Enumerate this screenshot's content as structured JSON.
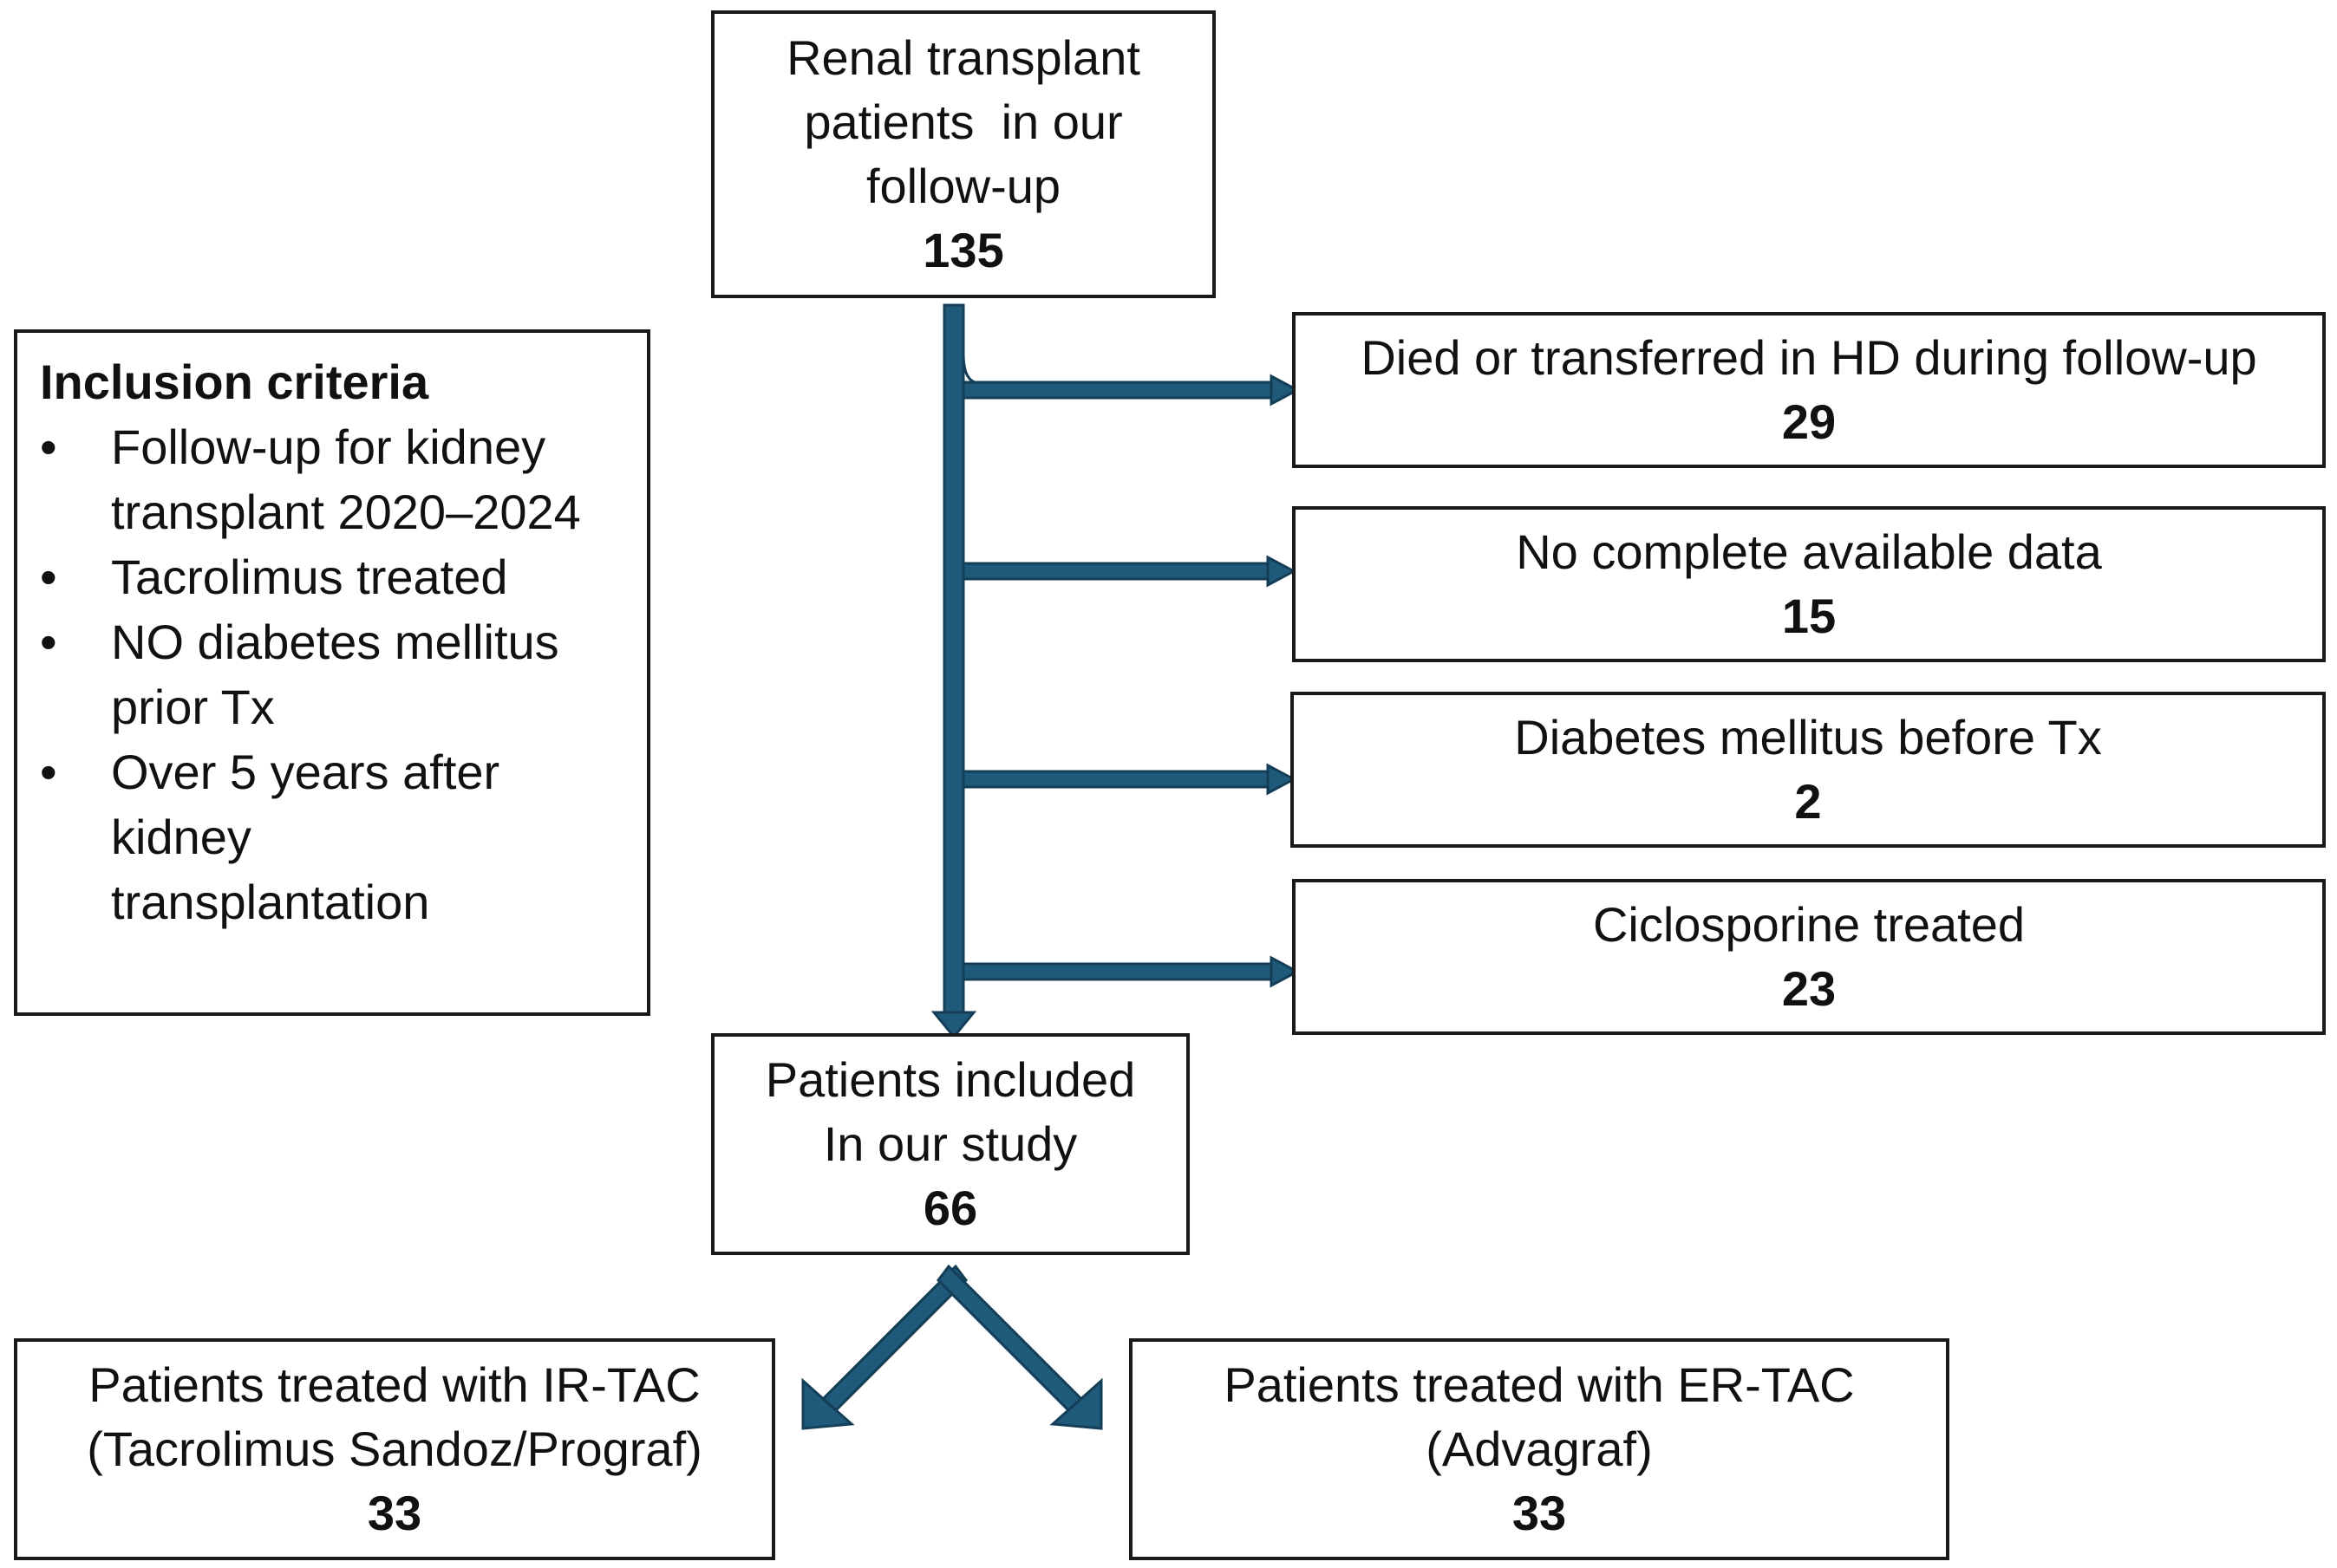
{
  "top_box": {
    "lines": [
      "Renal transplant",
      "patients  in our",
      "follow-up"
    ],
    "count": "135"
  },
  "inclusion": {
    "title": "Inclusion criteria",
    "items": [
      {
        "lines": [
          "Follow-up for kidney",
          "transplant 2020–2024"
        ]
      },
      {
        "lines": [
          "Tacrolimus treated"
        ]
      },
      {
        "lines": [
          "NO diabetes mellitus",
          "prior Tx"
        ]
      },
      {
        "lines": [
          "Over 5 years after",
          "kidney",
          "transplantation"
        ]
      }
    ]
  },
  "exclusions": [
    {
      "label": "Died or transferred in HD during follow-up",
      "count": "29"
    },
    {
      "label": "No complete available data",
      "count": "15"
    },
    {
      "label": "Diabetes mellitus before Tx",
      "count": "2"
    },
    {
      "label": "Ciclosporine treated",
      "count": "23"
    }
  ],
  "included_box": {
    "lines": [
      "Patients included",
      "In our study"
    ],
    "count": "66"
  },
  "ir_tac_box": {
    "lines": [
      "Patients treated with IR-TAC",
      "(Tacrolimus Sandoz/Prograf)"
    ],
    "count": "33"
  },
  "er_tac_box": {
    "lines": [
      "Patients treated with ER-TAC",
      "(Advagraf)"
    ],
    "count": "33"
  },
  "colors": {
    "arrow_fill": "#1f5a7a",
    "arrow_stroke": "#143e57",
    "box_border": "#1a1a1a"
  }
}
